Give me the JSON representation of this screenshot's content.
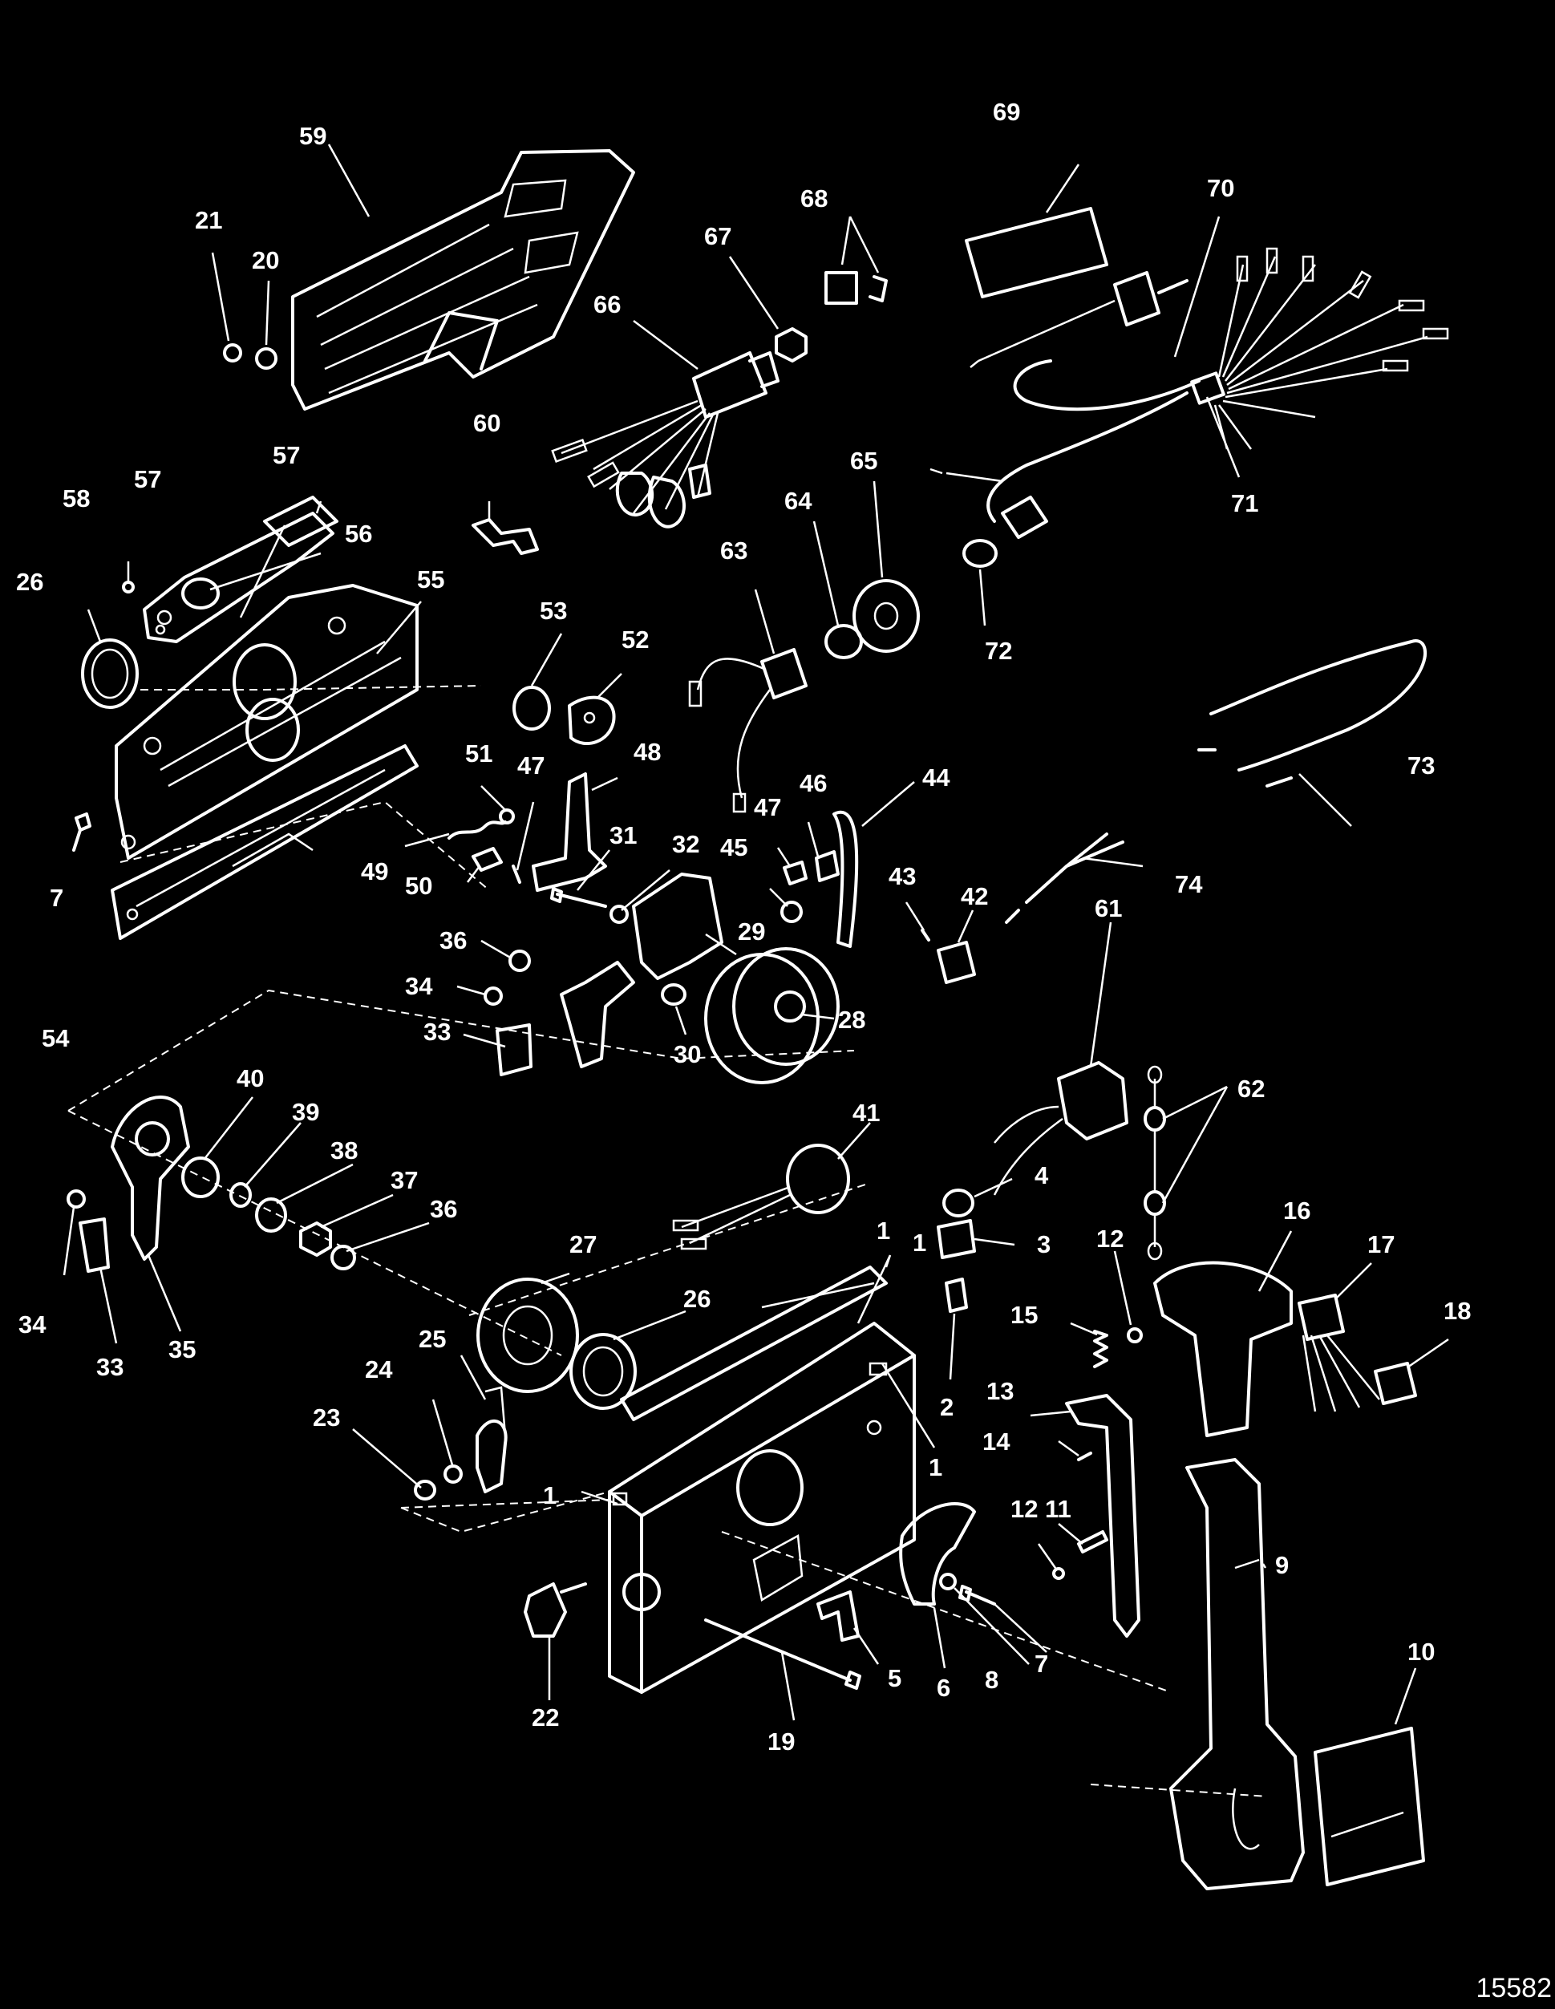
{
  "diagram": {
    "figure_number": "15582",
    "colors": {
      "background": "#000000",
      "line": "#ffffff"
    },
    "callouts": [
      "1",
      "1",
      "1",
      "1",
      "2",
      "3",
      "4",
      "5",
      "6",
      "7",
      "7",
      "8",
      "9",
      "10",
      "11",
      "12",
      "12",
      "13",
      "14",
      "15",
      "16",
      "17",
      "18",
      "19",
      "20",
      "21",
      "22",
      "23",
      "24",
      "25",
      "26",
      "26",
      "27",
      "28",
      "29",
      "30",
      "31",
      "32",
      "33",
      "33",
      "34",
      "34",
      "35",
      "36",
      "36",
      "37",
      "38",
      "39",
      "40",
      "41",
      "42",
      "43",
      "44",
      "45",
      "46",
      "47",
      "47",
      "48",
      "49",
      "50",
      "51",
      "52",
      "53",
      "54",
      "55",
      "56",
      "57",
      "57",
      "58",
      "59",
      "60",
      "61",
      "62",
      "63",
      "64",
      "65",
      "66",
      "67",
      "68",
      "69",
      "70",
      "71",
      "72",
      "73",
      "74"
    ]
  }
}
